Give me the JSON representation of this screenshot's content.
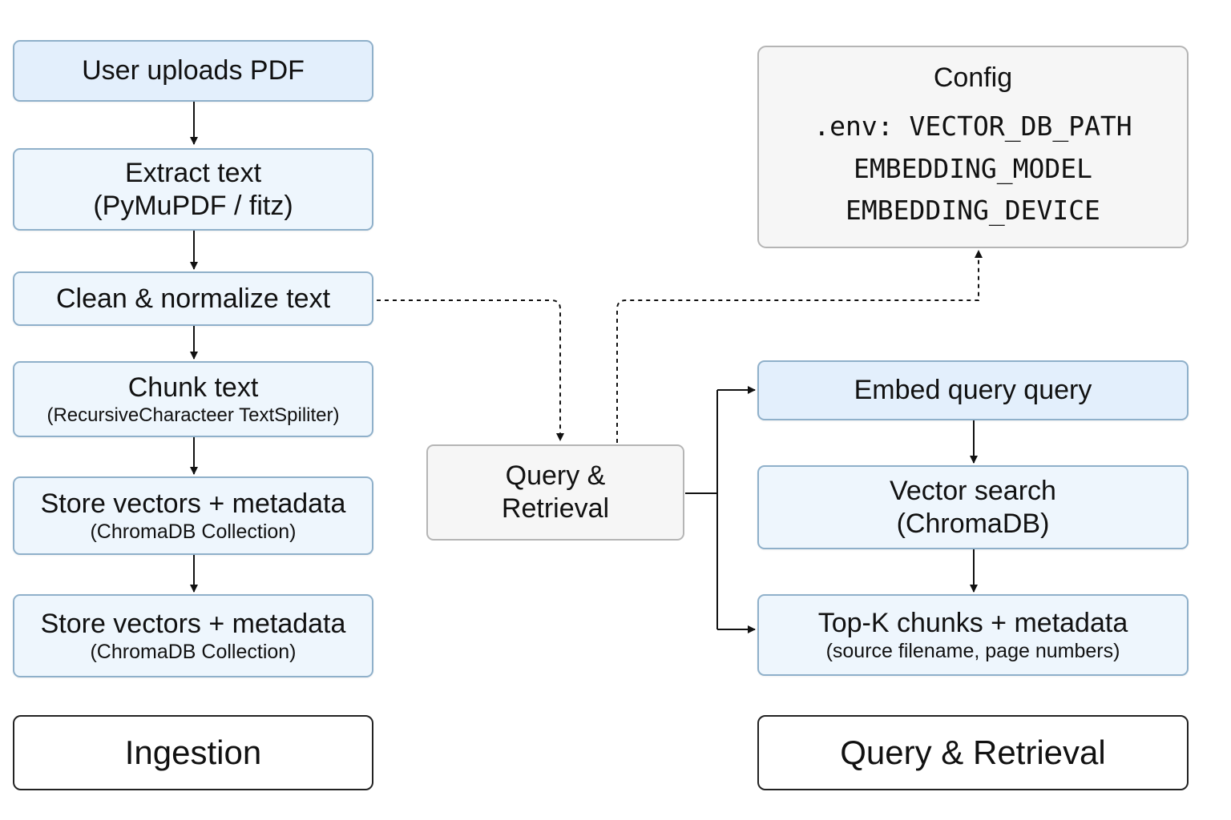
{
  "ingestion": {
    "upload": "User uploads PDF",
    "extract": {
      "title": "Extract text",
      "sub": "(PyMuPDF / fitz)"
    },
    "clean": "Clean & normalize text",
    "chunk": {
      "title": "Chunk text",
      "sub": "(RecursiveCharacteer TextSpiliter)"
    },
    "store1": {
      "title": "Store vectors + metadata",
      "sub": "(ChromaDB Collection)"
    },
    "store2": {
      "title": "Store vectors + metadata",
      "sub": "(ChromaDB Collection)"
    },
    "label": "Ingestion"
  },
  "hub": {
    "line1": "Query &",
    "line2": "Retrieval"
  },
  "config": {
    "title": "Config",
    "line1": ".env: VECTOR_DB_PATH",
    "line2": "EMBEDDING_MODEL",
    "line3": "EMBEDDING_DEVICE"
  },
  "retrieval": {
    "embed": "Embed query query",
    "search": {
      "title": "Vector search",
      "sub": "(ChromaDB)"
    },
    "topk": {
      "title": "Top-K chunks + metadata",
      "sub": "(source filename, page numbers)"
    },
    "label": "Query & Retrieval"
  },
  "colors": {
    "node_fill": "#eef6fd",
    "node_fill_strong": "#e3effc",
    "node_border": "#8fb0ca",
    "grey_fill": "#f6f6f6",
    "grey_border": "#b5b5b5",
    "arrow": "#111111"
  }
}
